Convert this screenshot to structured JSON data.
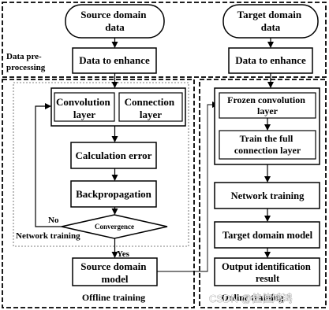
{
  "source_domain_data": [
    "Source domain",
    "data"
  ],
  "target_domain_data": [
    "Target domain",
    "data"
  ],
  "data_to_enhance_left": "Data to enhance",
  "data_to_enhance_right": "Data to enhance",
  "data_preprocessing_label": [
    "Data pre-",
    "processing"
  ],
  "convolution_layer": [
    "Convolution",
    "layer"
  ],
  "connection_layer": [
    "Connection",
    "layer"
  ],
  "calculation_error": "Calculation error",
  "backpropagation": "Backpropagation",
  "convergence": "Convergence",
  "no_label": "No",
  "yes_label": "Yes",
  "network_training_region_label": "Network training",
  "source_domain_model": [
    "Source domain",
    "model"
  ],
  "offline_training_label": "Offline training",
  "frozen_convolution_layer": [
    "Frozen convolution",
    "layer"
  ],
  "train_full_connection_layer": [
    "Train the full",
    "connection layer"
  ],
  "network_training_box": "Network training",
  "target_domain_model": "Target domain model",
  "output_identification_result": [
    "Output identification",
    "result"
  ],
  "online_training_label": "Online training",
  "watermark": "CSDN @佳佳鸿鸿"
}
